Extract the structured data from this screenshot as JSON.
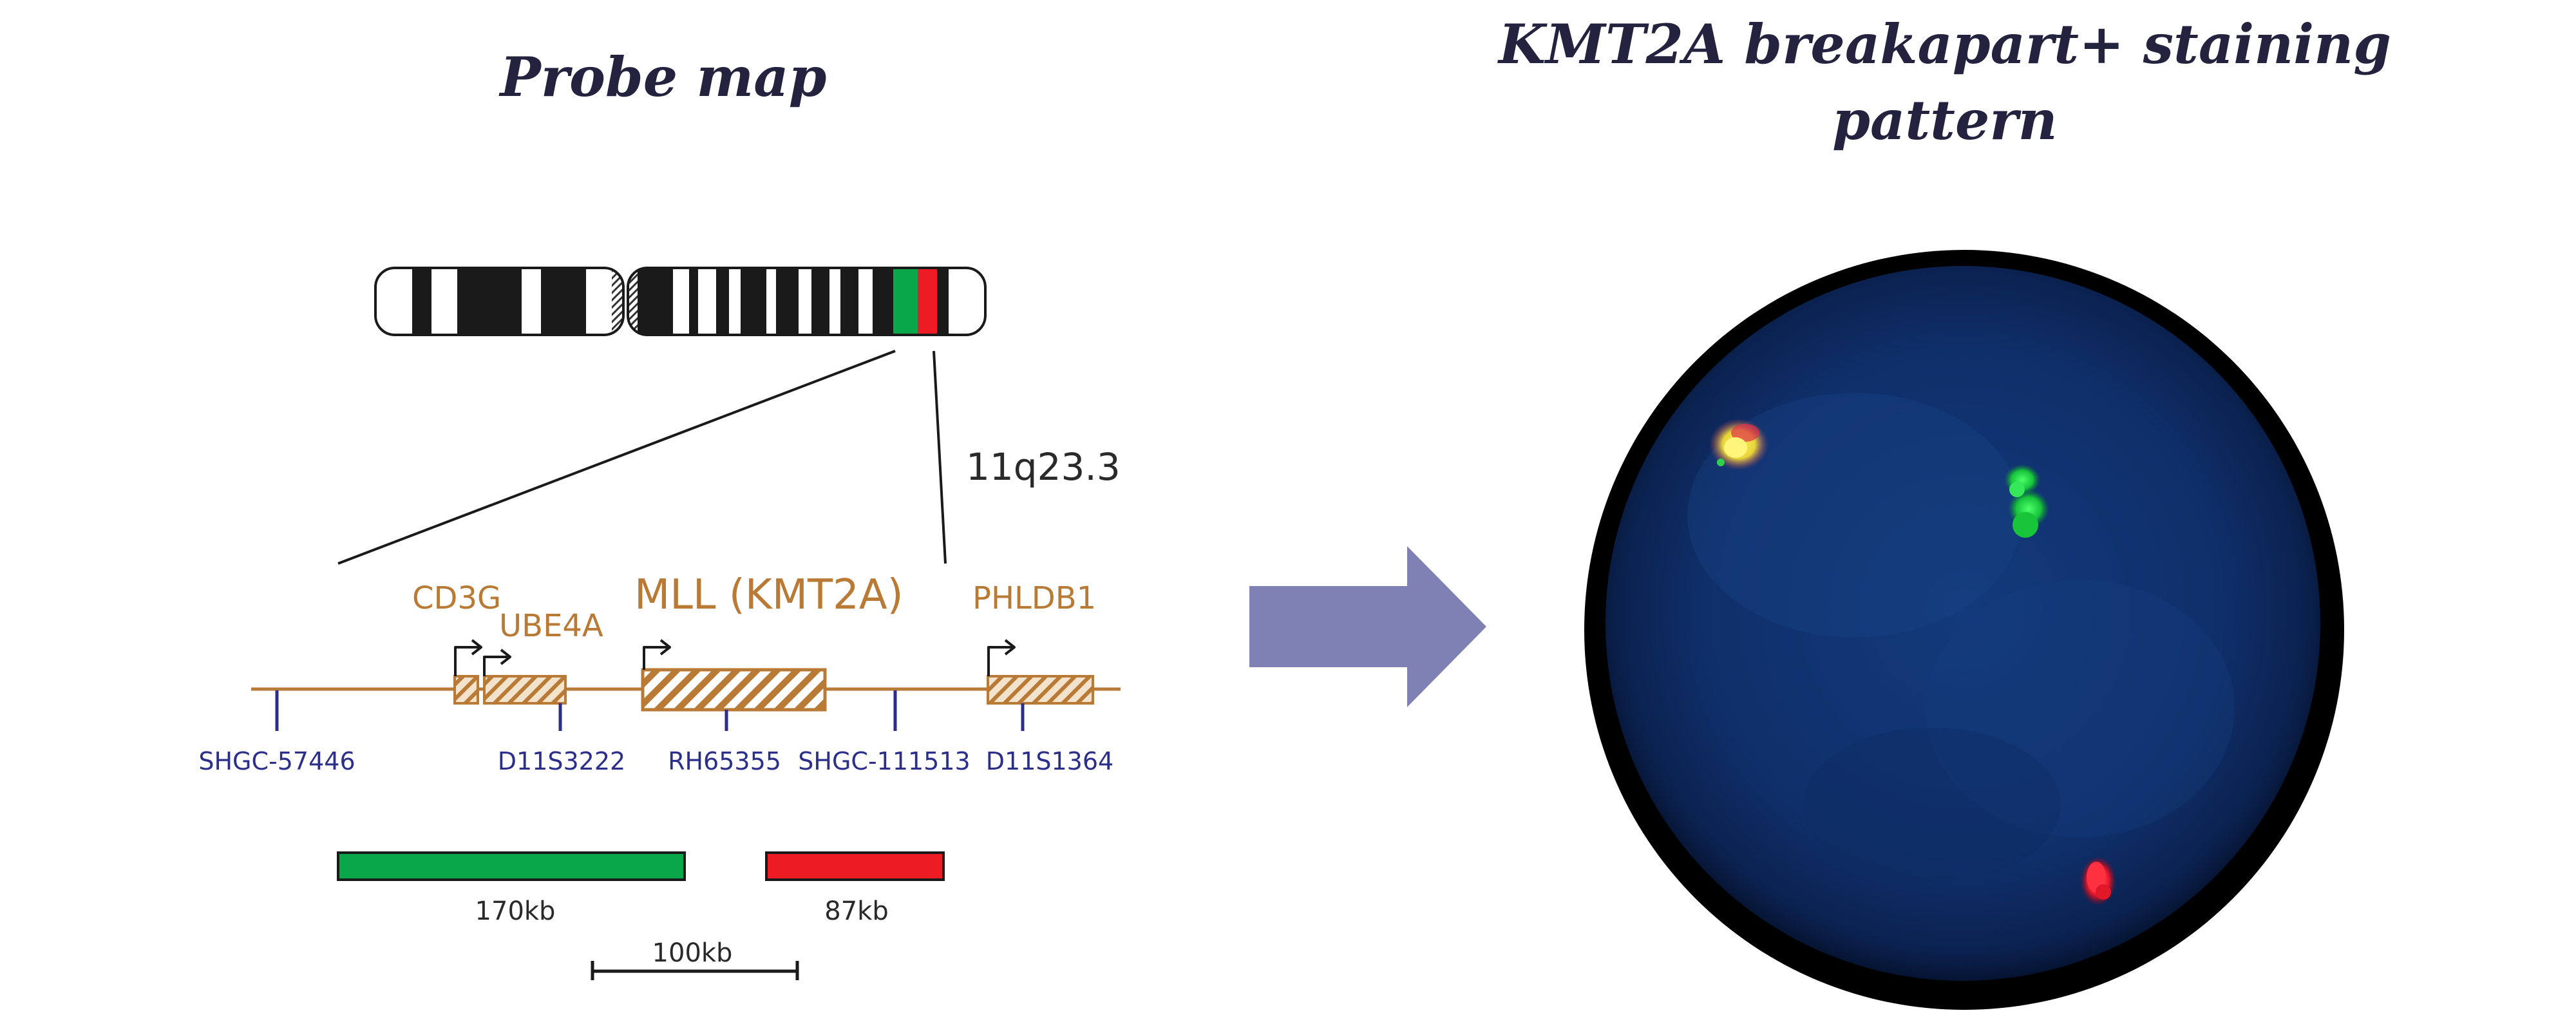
{
  "titles": {
    "left": "Probe map",
    "right_line1": "KMT2A breakapart+ staining",
    "right_line2": "pattern"
  },
  "locus": "11q23.3",
  "genes": {
    "cd3g": "CD3G",
    "ube4a": "UBE4A",
    "mll": "MLL (KMT2A)",
    "phldb1": "PHLDB1"
  },
  "markers": [
    "SHGC-57446",
    "D11S3222",
    "RH65355",
    "SHGC-111513",
    "D11S1364"
  ],
  "probes": {
    "green": {
      "size_label": "170kb",
      "color": "#0aa64a"
    },
    "red": {
      "size_label": "87kb",
      "color": "#ed1c24"
    }
  },
  "scale_bar": "100kb",
  "colors": {
    "title": "#232340",
    "gene": "#b87a34",
    "marker": "#2b2f8a",
    "arrow": "#7f80b4",
    "nucleus": "#0f2c66"
  },
  "icons": {
    "arrow": "right-arrow-icon",
    "tss": "transcription-start-arrow-icon"
  }
}
